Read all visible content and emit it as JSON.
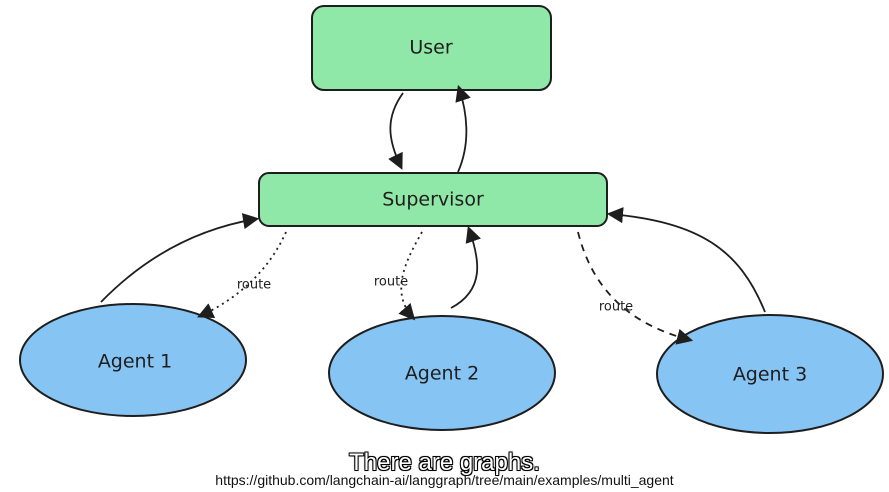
{
  "colors": {
    "rect_fill": "#90e8a8",
    "ellipse_fill": "#86c4f4",
    "stroke": "#1e1e1e"
  },
  "nodes": {
    "user": "User",
    "supervisor": "Supervisor",
    "agent1": "Agent 1",
    "agent2": "Agent 2",
    "agent3": "Agent 3"
  },
  "edges": {
    "route1": "route",
    "route2": "route",
    "route3": "route"
  },
  "caption": "There are graphs.",
  "source_url": "https://github.com/langchain-ai/langgraph/tree/main/examples/multi_agent"
}
